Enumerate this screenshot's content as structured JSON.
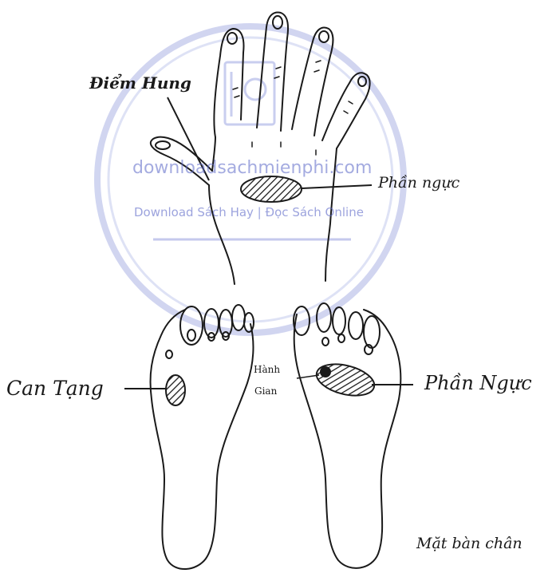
{
  "labels": {
    "diem_hung": "Điểm Hung",
    "phan_nguc_hand": "Phần ngực",
    "can_tang": "Can Tạng",
    "hanh_gian_1": "Hành",
    "hanh_gian_2": "Gian",
    "phan_nguc_foot": "Phần Ngực",
    "mat_ban_chan": "Mặt bàn chân"
  },
  "watermark": {
    "site": "downloadsachmienphi.com",
    "tagline": "Download Sách Hay | Đọc Sách Online",
    "color": "#5b67c8"
  },
  "colors": {
    "line": "#1a1a1a",
    "hatch": "#1a1a1a"
  }
}
